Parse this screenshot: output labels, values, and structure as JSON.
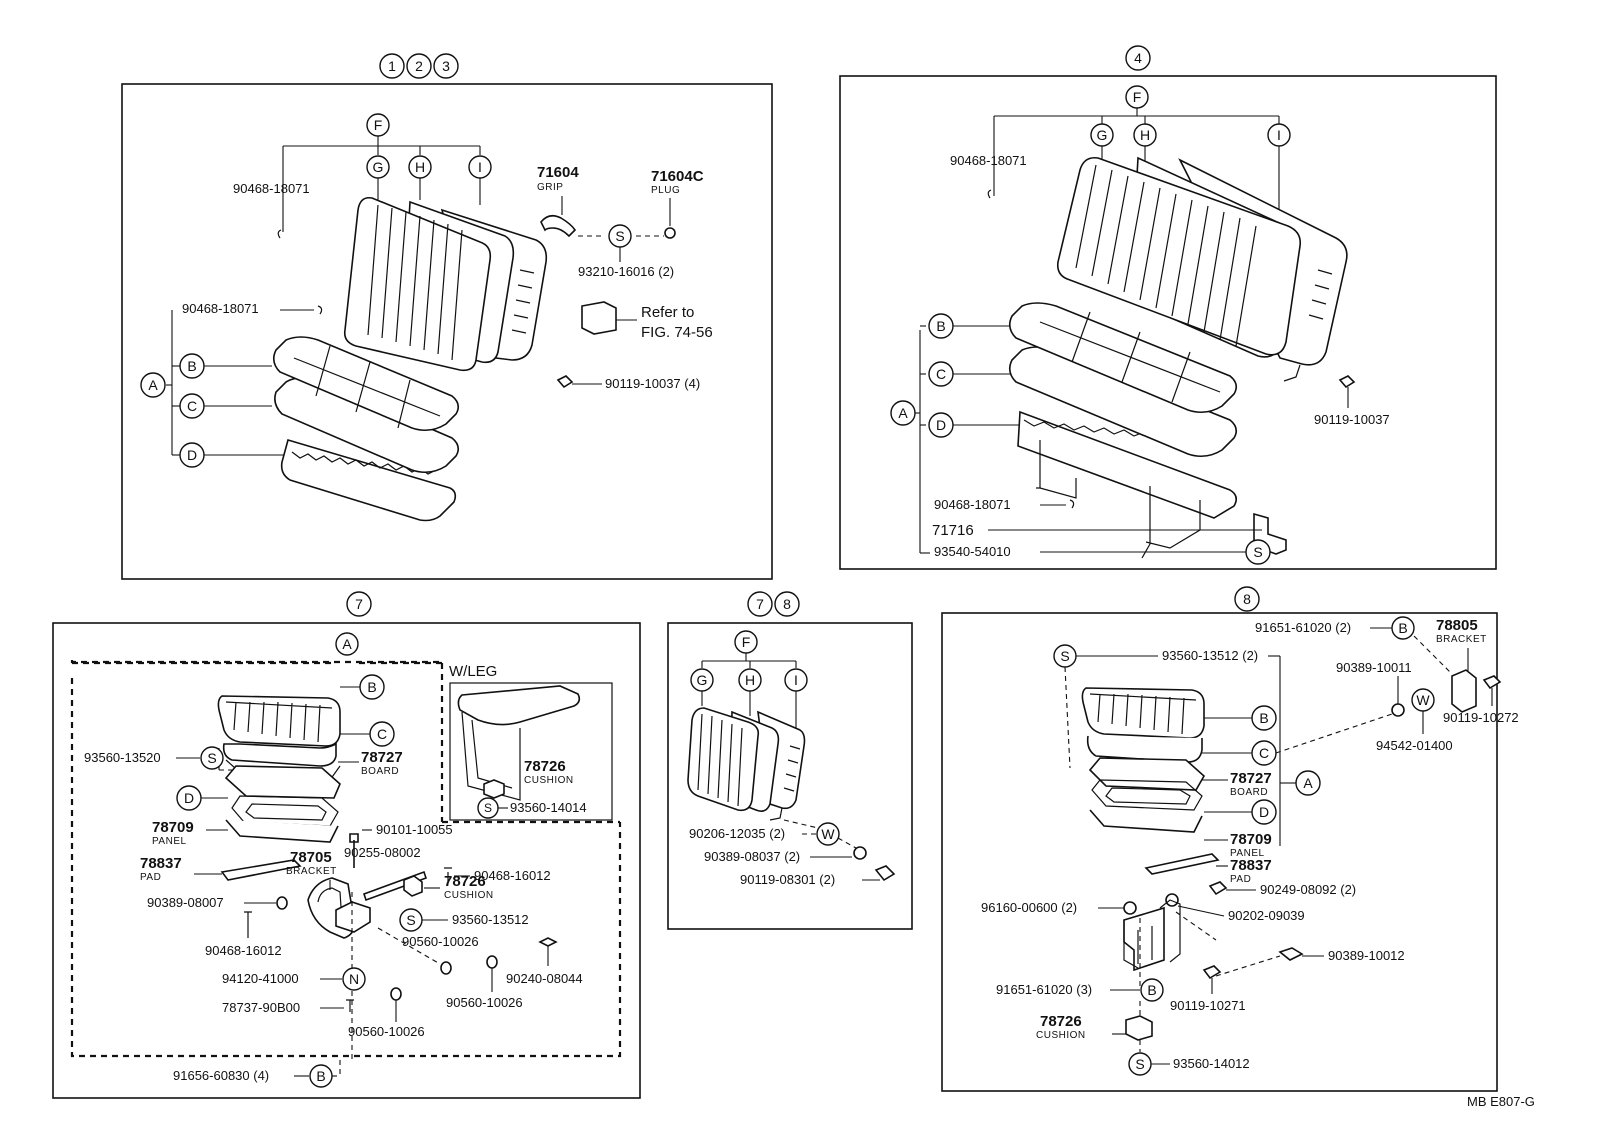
{
  "panels": {
    "p123": {
      "header": [
        "1",
        "2",
        "3"
      ]
    },
    "p4": {
      "header": "4"
    },
    "p7": {
      "header": "7",
      "group": "A",
      "inset_title": "W/LEG"
    },
    "p78": {
      "header": [
        "7",
        "8"
      ]
    },
    "p8": {
      "header": "8"
    }
  },
  "letters": {
    "A": "A",
    "B": "B",
    "C": "C",
    "D": "D",
    "F": "F",
    "G": "G",
    "H": "H",
    "I": "I",
    "S": "S",
    "W": "W",
    "N": "N"
  },
  "parts": {
    "p123": {
      "pin1": "90468-18071",
      "pin2": "90468-18071",
      "grip_no": "71604",
      "grip_name": "GRIP",
      "plug_no": "71604C",
      "plug_name": "PLUG",
      "screw": "93210-16016 (2)",
      "refer1": "Refer to",
      "refer2": "FIG. 74-56",
      "bolt": "90119-10037 (4)"
    },
    "p4": {
      "pin1": "90468-18071",
      "bolt": "90119-10037",
      "pin2": "90468-18071",
      "p71716": "71716",
      "p93540": "93540-54010"
    },
    "p7": {
      "s1": "93560-13520",
      "board_no": "78727",
      "board_name": "BOARD",
      "panel_no": "78709",
      "panel_name": "PANEL",
      "pad_no": "78837",
      "pad_name": "PAD",
      "bracket_no": "78705",
      "bracket_name": "BRACKET",
      "c_no": "78726",
      "c_name": "CUSHION",
      "s_14014": "93560-14014",
      "b90101": "90101-10055",
      "b90255": "90255-08002",
      "b90468a": "90468-16012",
      "cush_no": "78726",
      "cush_name": "CUSHION",
      "s_13512": "93560-13512",
      "b90389": "90389-08007",
      "b90468b": "90468-16012",
      "b90560a": "90560-10026",
      "b94120": "94120-41000",
      "b90240": "90240-08044",
      "b90560b": "90560-10026",
      "b78737": "78737-90B00",
      "b90560c": "90560-10026",
      "b91656": "91656-60830 (4)"
    },
    "p78": {
      "b90206": "90206-12035 (2)",
      "b90389": "90389-08037 (2)",
      "b90119": "90119-08301 (2)"
    },
    "p8": {
      "b91651a": "91651-61020 (2)",
      "br_no": "78805",
      "br_name": "BRACKET",
      "s_13512": "93560-13512 (2)",
      "b90389a": "90389-10011",
      "b90119a": "90119-10272",
      "b94542": "94542-01400",
      "board_no": "78727",
      "board_name": "BOARD",
      "panel_no": "78709",
      "panel_name": "PANEL",
      "pad_no": "78837",
      "pad_name": "PAD",
      "b96160": "96160-00600 (2)",
      "b90249": "90249-08092 (2)",
      "b90202": "90202-09039",
      "b90389b": "90389-10012",
      "b91651b": "91651-61020 (3)",
      "b90119b": "90119-10271",
      "cush_no": "78726",
      "cush_name": "CUSHION",
      "s_14012": "93560-14012"
    }
  },
  "footer": {
    "code": "MB  E807-G"
  }
}
